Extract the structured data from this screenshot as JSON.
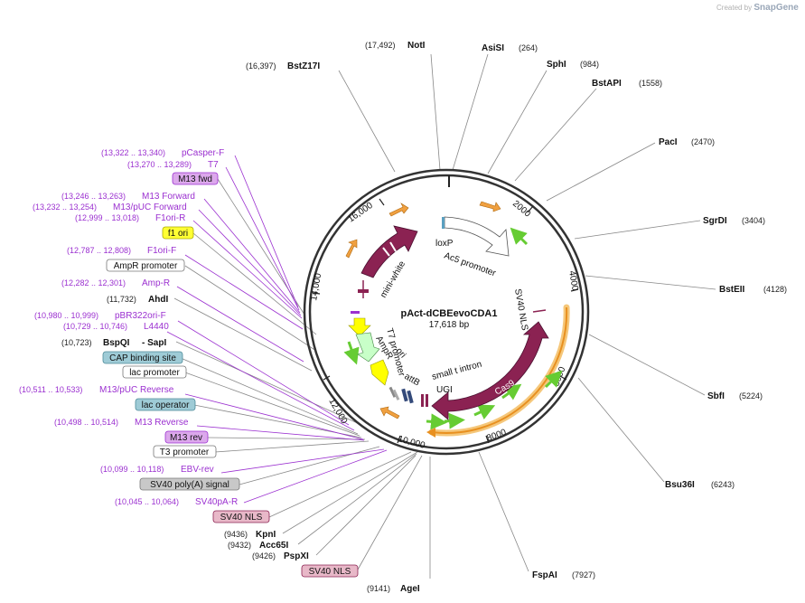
{
  "app": {
    "credit_prefix": "Created by",
    "credit_brand": "SnapGene"
  },
  "plasmid": {
    "name": "pAct-dCBEevoCDA1",
    "size_label": "17,618 bp"
  },
  "ticks": [
    "2000",
    "4000",
    "6000",
    "8000",
    "10,000",
    "12,000",
    "14,000",
    "16,000"
  ],
  "restriction_sites_right": [
    {
      "name": "NotI",
      "pos": "(17,492)"
    },
    {
      "name": "AsiSI",
      "pos": "(264)"
    },
    {
      "name": "SphI",
      "pos": "(984)"
    },
    {
      "name": "BstAPI",
      "pos": "(1558)"
    },
    {
      "name": "PacI",
      "pos": "(2470)"
    },
    {
      "name": "SgrDI",
      "pos": "(3404)"
    },
    {
      "name": "BstEII",
      "pos": "(4128)"
    },
    {
      "name": "SbfI",
      "pos": "(5224)"
    },
    {
      "name": "Bsu36I",
      "pos": "(6243)"
    },
    {
      "name": "FspAI",
      "pos": "(7927)"
    },
    {
      "name": "AgeI",
      "pos": "(9141)"
    }
  ],
  "restriction_sites_left": [
    {
      "name": "BstZ17I",
      "pos": "(16,397)"
    },
    {
      "name": "AhdI",
      "pos": "(11,732)"
    },
    {
      "name": "BspQI",
      "pos": "(10,723)",
      "suffix": "- SapI"
    },
    {
      "name": "KpnI",
      "pos": "(9436)"
    },
    {
      "name": "Acc65I",
      "pos": "(9432)"
    },
    {
      "name": "PspXI",
      "pos": "(9426)"
    }
  ],
  "primers": [
    {
      "range": "(13,322 .. 13,340)",
      "name": "pCasper-F"
    },
    {
      "range": "(13,270 .. 13,289)",
      "name": "T7"
    },
    {
      "range": "(13,246 .. 13,263)",
      "name": "M13 Forward"
    },
    {
      "range": "(13,232 .. 13,254)",
      "name": "M13/pUC Forward"
    },
    {
      "range": "(12,999 .. 13,018)",
      "name": "F1ori-R"
    },
    {
      "range": "(12,787 .. 12,808)",
      "name": "F1ori-F"
    },
    {
      "range": "(12,282 .. 12,301)",
      "name": "Amp-R"
    },
    {
      "range": "(10,980 .. 10,999)",
      "name": "pBR322ori-F"
    },
    {
      "range": "(10,729 .. 10,746)",
      "name": "L4440"
    },
    {
      "range": "(10,511 .. 10,533)",
      "name": "M13/pUC Reverse"
    },
    {
      "range": "(10,498 .. 10,514)",
      "name": "M13 Reverse"
    },
    {
      "range": "(10,099 .. 10,118)",
      "name": "EBV-rev"
    },
    {
      "range": "(10,045 .. 10,064)",
      "name": "SV40pA-R"
    }
  ],
  "boxes": [
    {
      "label": "M13 fwd",
      "fill": "#dca8ec",
      "stroke": "#9b30d0"
    },
    {
      "label": "f1 ori",
      "fill": "#ffff33",
      "stroke": "#aaaa00"
    },
    {
      "label": "AmpR promoter",
      "fill": "#ffffff",
      "stroke": "#777777"
    },
    {
      "label": "CAP binding site",
      "fill": "#9ecbd6",
      "stroke": "#4d8b99"
    },
    {
      "label": "lac promoter",
      "fill": "#ffffff",
      "stroke": "#777777"
    },
    {
      "label": "lac operator",
      "fill": "#9ecbd6",
      "stroke": "#4d8b99"
    },
    {
      "label": "M13 rev",
      "fill": "#dca8ec",
      "stroke": "#9b30d0"
    },
    {
      "label": "T3 promoter",
      "fill": "#ffffff",
      "stroke": "#777777"
    },
    {
      "label": "SV40 poly(A) signal",
      "fill": "#c8c8c8",
      "stroke": "#777777"
    },
    {
      "label": "SV40 NLS",
      "fill": "#e8b8c8",
      "stroke": "#8b2252"
    },
    {
      "label": "SV40 NLS",
      "fill": "#e8b8c8",
      "stroke": "#8b2252"
    }
  ],
  "features": {
    "loxP": "loxP",
    "ac5": "Ac5 promoter",
    "sv40nls": "SV40 NLS",
    "cas9": "Cas9",
    "small_t": "small t intron",
    "ugi": "UGI",
    "attB": "attB",
    "ori": "ori",
    "ampR": "AmpR",
    "t7": "T7 promoter",
    "mini_white": "mini-white"
  },
  "colors": {
    "backbone": "#333333",
    "cds": "#8b2252",
    "site_line": "#888888",
    "primer": "#9b30d0",
    "arrow_green": "#66cc33",
    "arrow_orange": "#f0a040",
    "ori_yellow": "#ffff00",
    "ampr_green": "#c8ffc8"
  }
}
